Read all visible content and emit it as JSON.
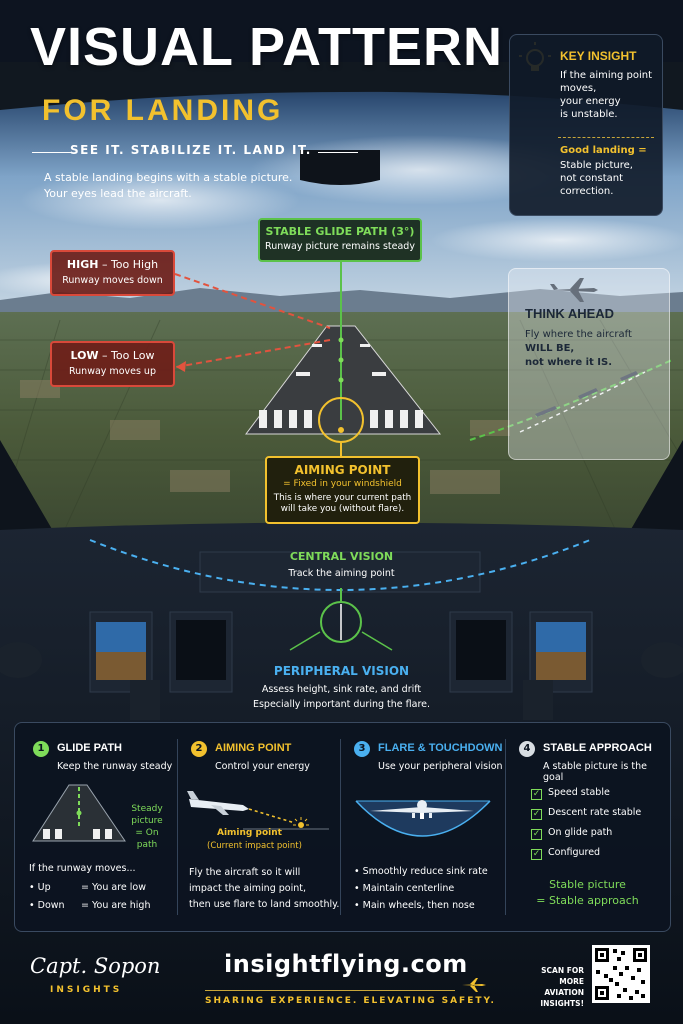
{
  "header": {
    "title": "VISUAL PATTERN",
    "subtitle": "FOR LANDING",
    "tagline": "SEE IT. STABILIZE IT. LAND IT.",
    "intro_line1": "A stable landing begins with a stable picture.",
    "intro_line2": "Your eyes lead the aircraft."
  },
  "key_insight": {
    "title": "KEY INSIGHT",
    "line1": "If the aiming point",
    "line2": "moves,",
    "line3": "your energy",
    "line4": "is unstable.",
    "good_title": "Good landing =",
    "good1": "Stable picture,",
    "good2": "not constant",
    "good3": "correction."
  },
  "callouts": {
    "glide_title": "STABLE GLIDE PATH (3°)",
    "glide_sub": "Runway picture remains steady",
    "high_word": "HIGH",
    "high_rest": " – Too High",
    "high_sub": "Runway moves down",
    "low_word": "LOW",
    "low_rest": " – Too Low",
    "low_sub": "Runway moves up",
    "aim_title": "AIMING POINT",
    "aim_sub": "= Fixed in your windshield",
    "aim_d1": "This is where your current path",
    "aim_d2": "will take you (without flare)."
  },
  "think_ahead": {
    "title": "THINK AHEAD",
    "line1": "Fly where the aircraft",
    "line2": "WILL BE,",
    "line3": "not where it IS."
  },
  "vision": {
    "central_title": "CENTRAL VISION",
    "central_sub": "Track the aiming point",
    "peripheral_title": "PERIPHERAL VISION",
    "peripheral_sub1": "Assess height, sink rate, and drift",
    "peripheral_sub2": "Especially important during the flare."
  },
  "steps": [
    {
      "num": "1",
      "title": "GLIDE PATH",
      "sub": "Keep the runway steady",
      "steady1": "Steady",
      "steady2": "picture",
      "steady3": "= On path",
      "moves": "If the runway moves...",
      "up_k": "Up",
      "up_v": "= You are low",
      "down_k": "Down",
      "down_v": "= You are high"
    },
    {
      "num": "2",
      "title": "AIMING POINT",
      "sub": "Control your energy",
      "aim_label": "Aiming point",
      "aim_paren": "(Current impact point)",
      "t1": "Fly the aircraft so it will",
      "t2": "impact the aiming point,",
      "t3": "then use flare to land smoothly."
    },
    {
      "num": "3",
      "title": "FLARE & TOUCHDOWN",
      "sub": "Use your peripheral vision",
      "b1": "Smoothly reduce sink rate",
      "b2": "Maintain centerline",
      "b3": "Main wheels, then nose"
    },
    {
      "num": "4",
      "title": "STABLE APPROACH",
      "sub": "A stable picture is the goal",
      "c1": "Speed stable",
      "c2": "Descent rate stable",
      "c3": "On glide path",
      "c4": "Configured",
      "r1": "Stable picture",
      "r2": "= Stable approach"
    }
  ],
  "footer": {
    "brand": "Capt. Sopon",
    "brand_sub": "INSIGHTS",
    "site": "insightflying.com",
    "slogan": "SHARING EXPERIENCE. ELEVATING SAFETY.",
    "scan1": "SCAN FOR MORE",
    "scan2": "AVIATION INSIGHTS!"
  },
  "colors": {
    "accent_yellow": "#f2c12e",
    "accent_green": "#7fdc5a",
    "accent_red": "#d9493a",
    "accent_blue": "#4ab0f0",
    "panel_bg": "#0c1420"
  }
}
